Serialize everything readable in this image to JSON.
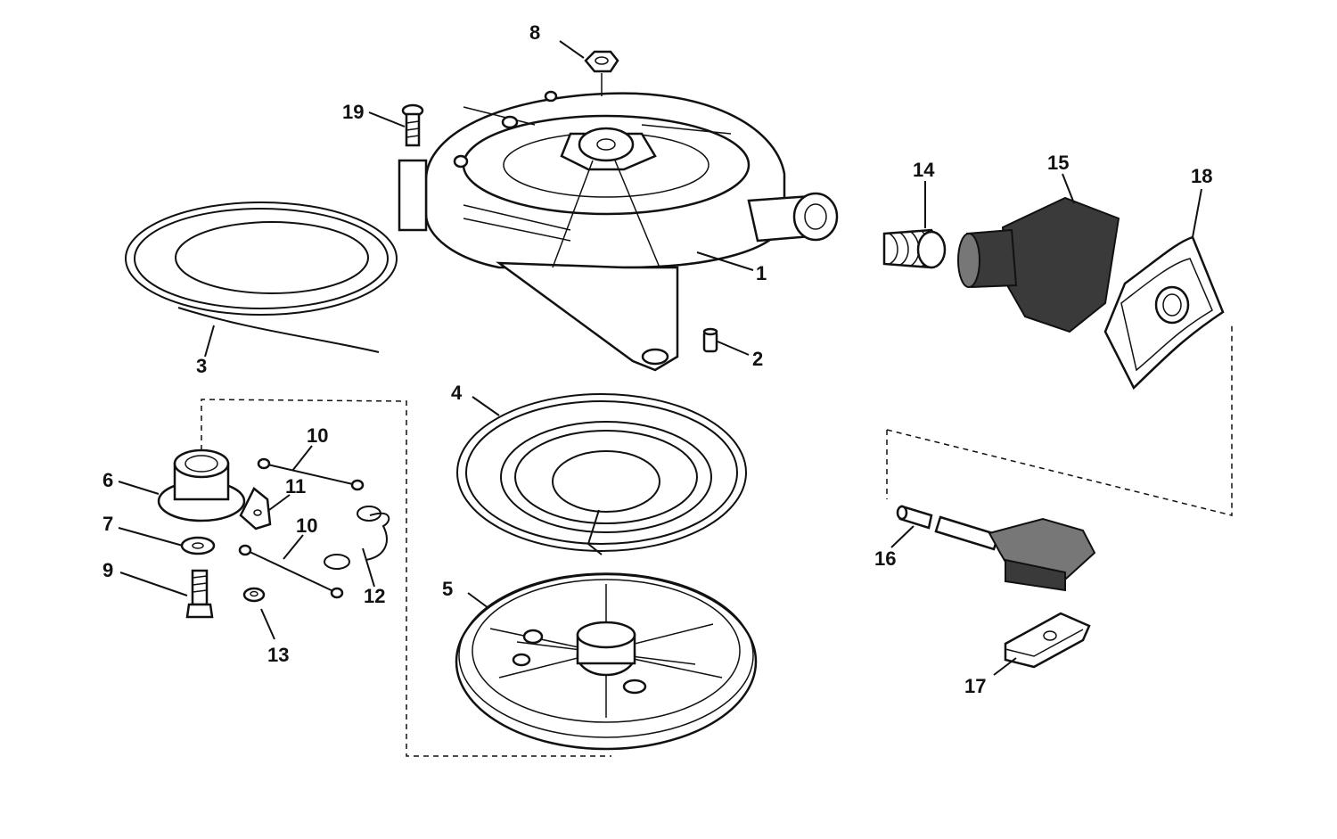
{
  "parts": [
    {
      "id": "p1",
      "number": "1"
    },
    {
      "id": "p2",
      "number": "2"
    },
    {
      "id": "p3",
      "number": "3"
    },
    {
      "id": "p4",
      "number": "4"
    },
    {
      "id": "p5",
      "number": "5"
    },
    {
      "id": "p6",
      "number": "6"
    },
    {
      "id": "p7",
      "number": "7"
    },
    {
      "id": "p8",
      "number": "8"
    },
    {
      "id": "p9",
      "number": "9"
    },
    {
      "id": "p10a",
      "number": "10"
    },
    {
      "id": "p10b",
      "number": "10"
    },
    {
      "id": "p11",
      "number": "11"
    },
    {
      "id": "p12",
      "number": "12"
    },
    {
      "id": "p13",
      "number": "13"
    },
    {
      "id": "p14",
      "number": "14"
    },
    {
      "id": "p15",
      "number": "15"
    },
    {
      "id": "p16",
      "number": "16"
    },
    {
      "id": "p17",
      "number": "17"
    },
    {
      "id": "p18",
      "number": "18"
    },
    {
      "id": "p19",
      "number": "19"
    }
  ]
}
